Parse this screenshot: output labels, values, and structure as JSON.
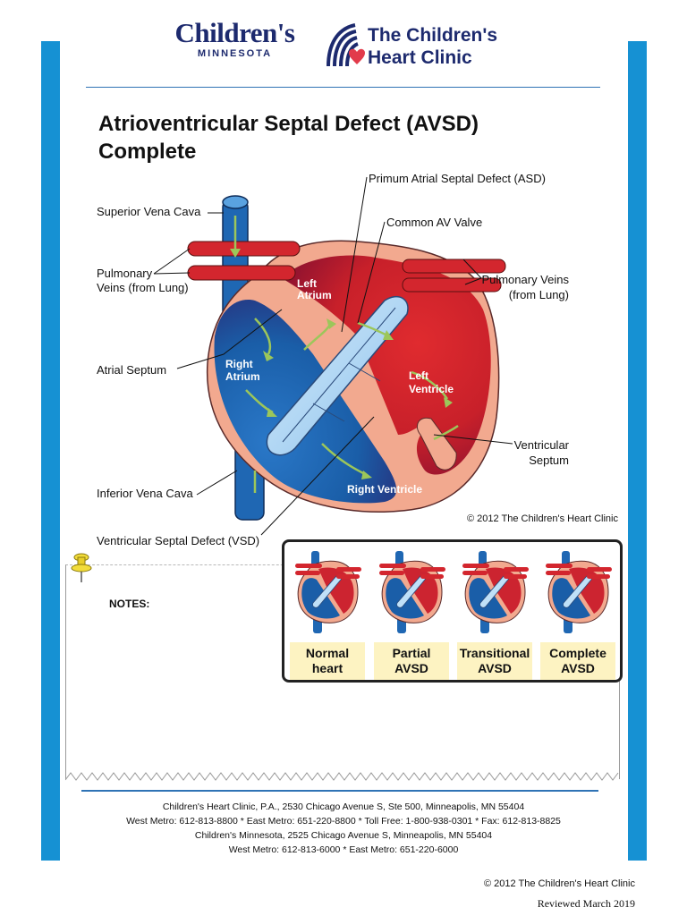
{
  "logos": {
    "childrens_name": "Children's",
    "childrens_sub": "MINNESOTA",
    "clinic_line1": "The Children's",
    "clinic_line2": "Heart Clinic"
  },
  "title": {
    "line1": "Atrioventricular Septal Defect (AVSD)",
    "line2": "Complete"
  },
  "diagram": {
    "labels": {
      "superior_vena_cava": "Superior Vena Cava",
      "pulmonary_veins_left_1": "Pulmonary",
      "pulmonary_veins_left_2": "Veins (from Lung)",
      "atrial_septum": "Atrial Septum",
      "inferior_vena_cava": "Inferior Vena Cava",
      "vsd": "Ventricular Septal Defect (VSD)",
      "primum_asd": "Primum Atrial Septal Defect (ASD)",
      "common_av_valve": "Common AV Valve",
      "pulmonary_veins_right_1": "Pulmonary Veins",
      "pulmonary_veins_right_2": "(from Lung)",
      "ventricular_septum_1": "Ventricular",
      "ventricular_septum_2": "Septum",
      "left_atrium_1": "Left",
      "left_atrium_2": "Atrium",
      "right_atrium_1": "Right",
      "right_atrium_2": "Atrium",
      "left_ventricle_1": "Left",
      "left_ventricle_2": "Ventricle",
      "right_ventricle": "Right Ventricle"
    },
    "copyright": "© 2012 The Children's Heart Clinic"
  },
  "notes": {
    "label": "NOTES:"
  },
  "stages": [
    {
      "line1": "Normal",
      "line2": "heart"
    },
    {
      "line1": "Partial",
      "line2": "AVSD"
    },
    {
      "line1": "Transitional",
      "line2": "AVSD"
    },
    {
      "line1": "Complete",
      "line2": "AVSD"
    }
  ],
  "footer": {
    "line1": "Children's Heart Clinic, P.A., 2530 Chicago Avenue S, Ste 500, Minneapolis, MN 55404",
    "line2": "West Metro: 612-813-8800 *  East Metro: 651-220-8800 * Toll Free: 1-800-938-0301 * Fax: 612-813-8825",
    "line3": "Children's Minnesota, 2525 Chicago Avenue S, Minneapolis, MN 55404",
    "line4": "West Metro: 612-813-6000 * East Metro: 651-220-6000"
  },
  "page_copyright": "© 2012 The Children's Heart Clinic",
  "reviewed": "Reviewed March 2019",
  "colors": {
    "brand_navy": "#1d2a6e",
    "side_bar_blue": "#1691d3",
    "rule_blue": "#2f73b5",
    "heart_red": "#d3262e",
    "heart_blue": "#1a5ea8",
    "heart_pink": "#f2a98f",
    "label_bg": "#fdf3c2"
  }
}
